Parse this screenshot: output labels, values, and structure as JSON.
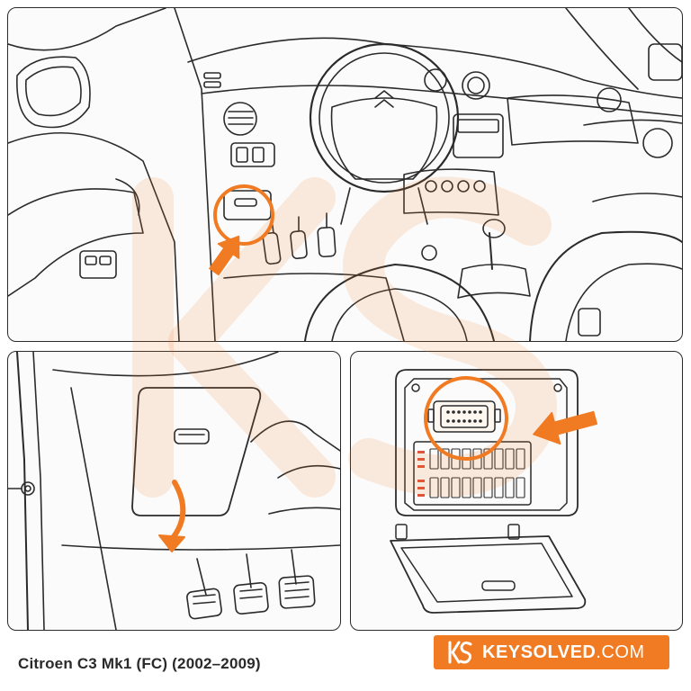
{
  "caption": "Citroen C3 Mk1 (FC) (2002–2009)",
  "brand": {
    "name": "KEYSOLVED",
    "tld": ".COM",
    "logo_icon": "ks-logo-icon",
    "color": "#f07b22"
  },
  "colors": {
    "accent": "#f07b22",
    "line": "#2b2b2b"
  },
  "panels": [
    {
      "id": "dashboard-overview",
      "icons": [
        "steering-wheel-icon",
        "highlight-circle-icon",
        "arrow-icon"
      ]
    },
    {
      "id": "fuse-cover-location",
      "icons": [
        "fuse-cover-icon",
        "curved-arrow-icon"
      ]
    },
    {
      "id": "obd-port-closeup",
      "icons": [
        "obd-port-icon",
        "highlight-circle-icon",
        "arrow-icon"
      ]
    }
  ]
}
